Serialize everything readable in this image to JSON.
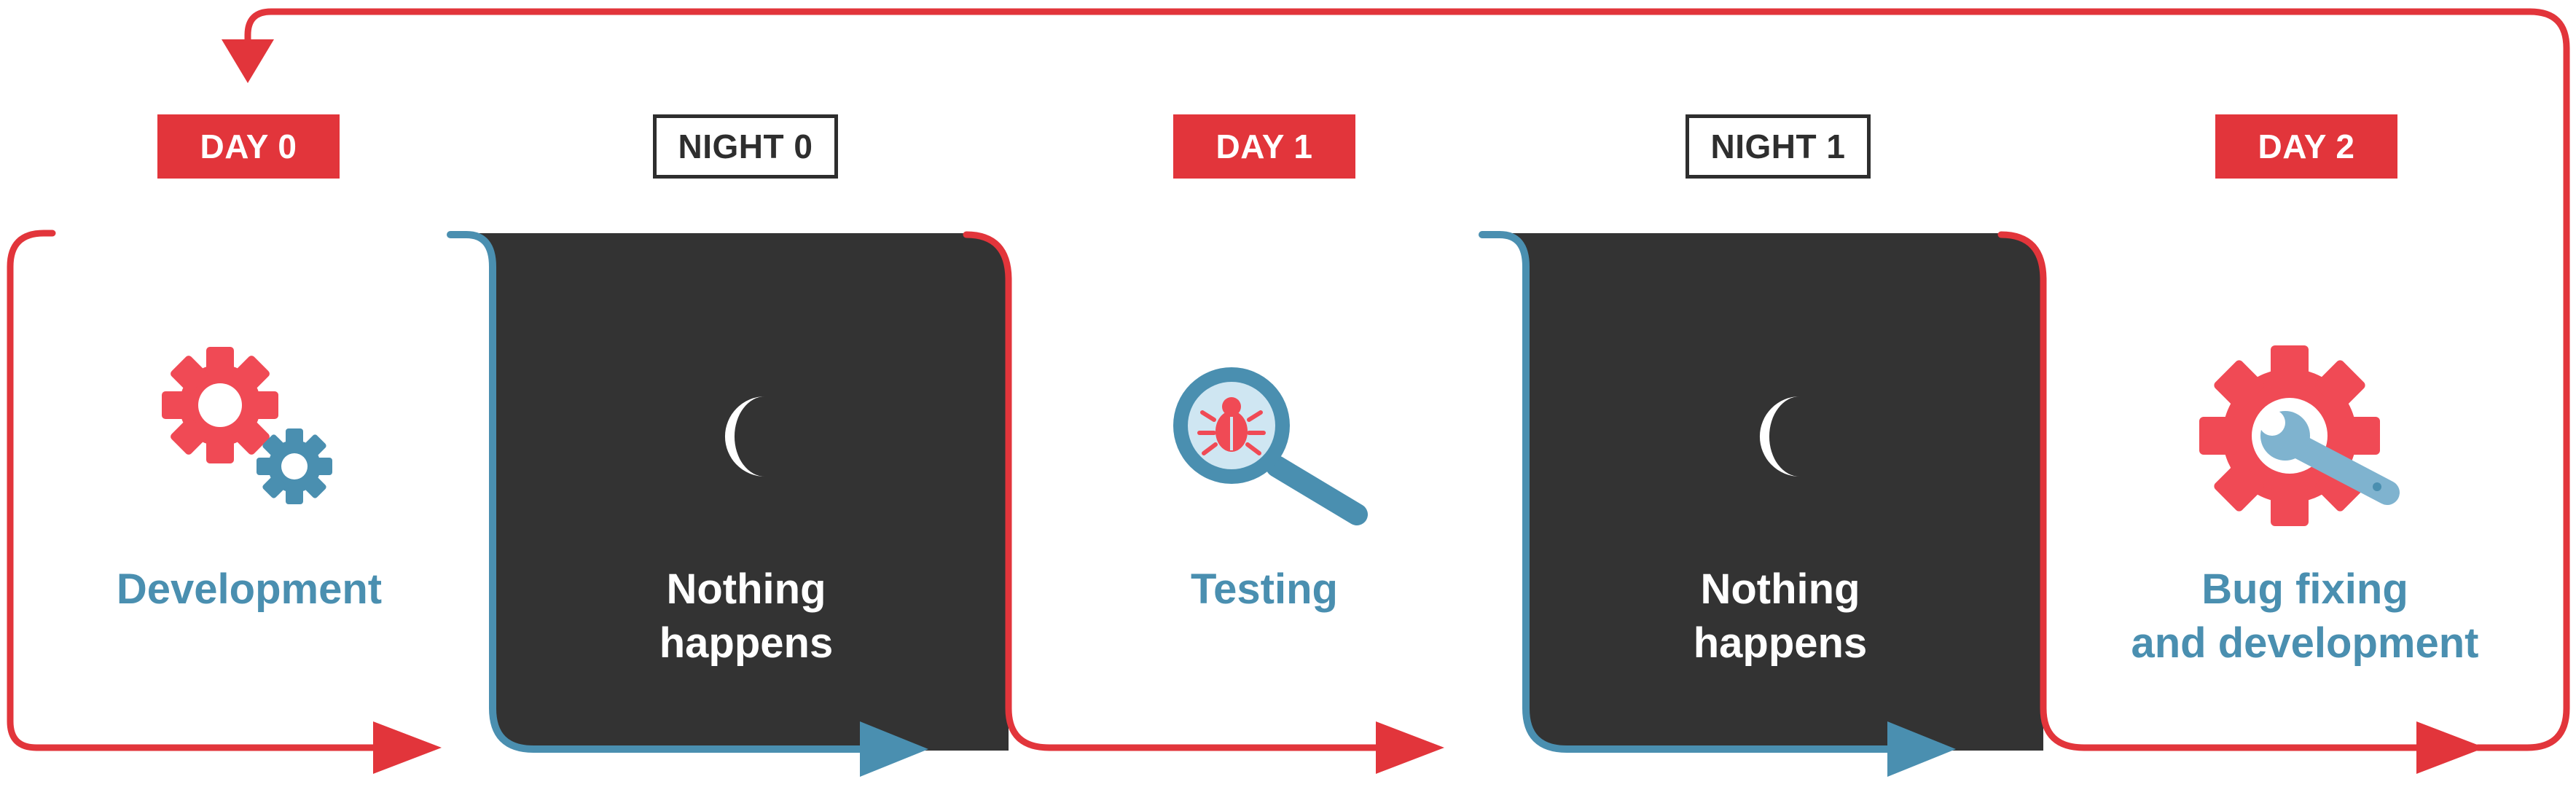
{
  "colors": {
    "red": "#e2353b",
    "blue": "#4a8fb0",
    "dark": "#333333",
    "white": "#ffffff"
  },
  "phases": [
    {
      "label": "DAY 0",
      "kind": "day",
      "caption": [
        "Development"
      ],
      "icon": "gears-icon"
    },
    {
      "label": "NIGHT 0",
      "kind": "night",
      "caption": [
        "Nothing",
        "happens"
      ],
      "icon": "moon-icon"
    },
    {
      "label": "DAY 1",
      "kind": "day",
      "caption": [
        "Testing"
      ],
      "icon": "bug-magnifier-icon"
    },
    {
      "label": "NIGHT 1",
      "kind": "night",
      "caption": [
        "Nothing",
        "happens"
      ],
      "icon": "moon-icon"
    },
    {
      "label": "DAY 2",
      "kind": "day",
      "caption": [
        "Bug fixing",
        "and development"
      ],
      "icon": "gear-wrench-icon"
    }
  ]
}
